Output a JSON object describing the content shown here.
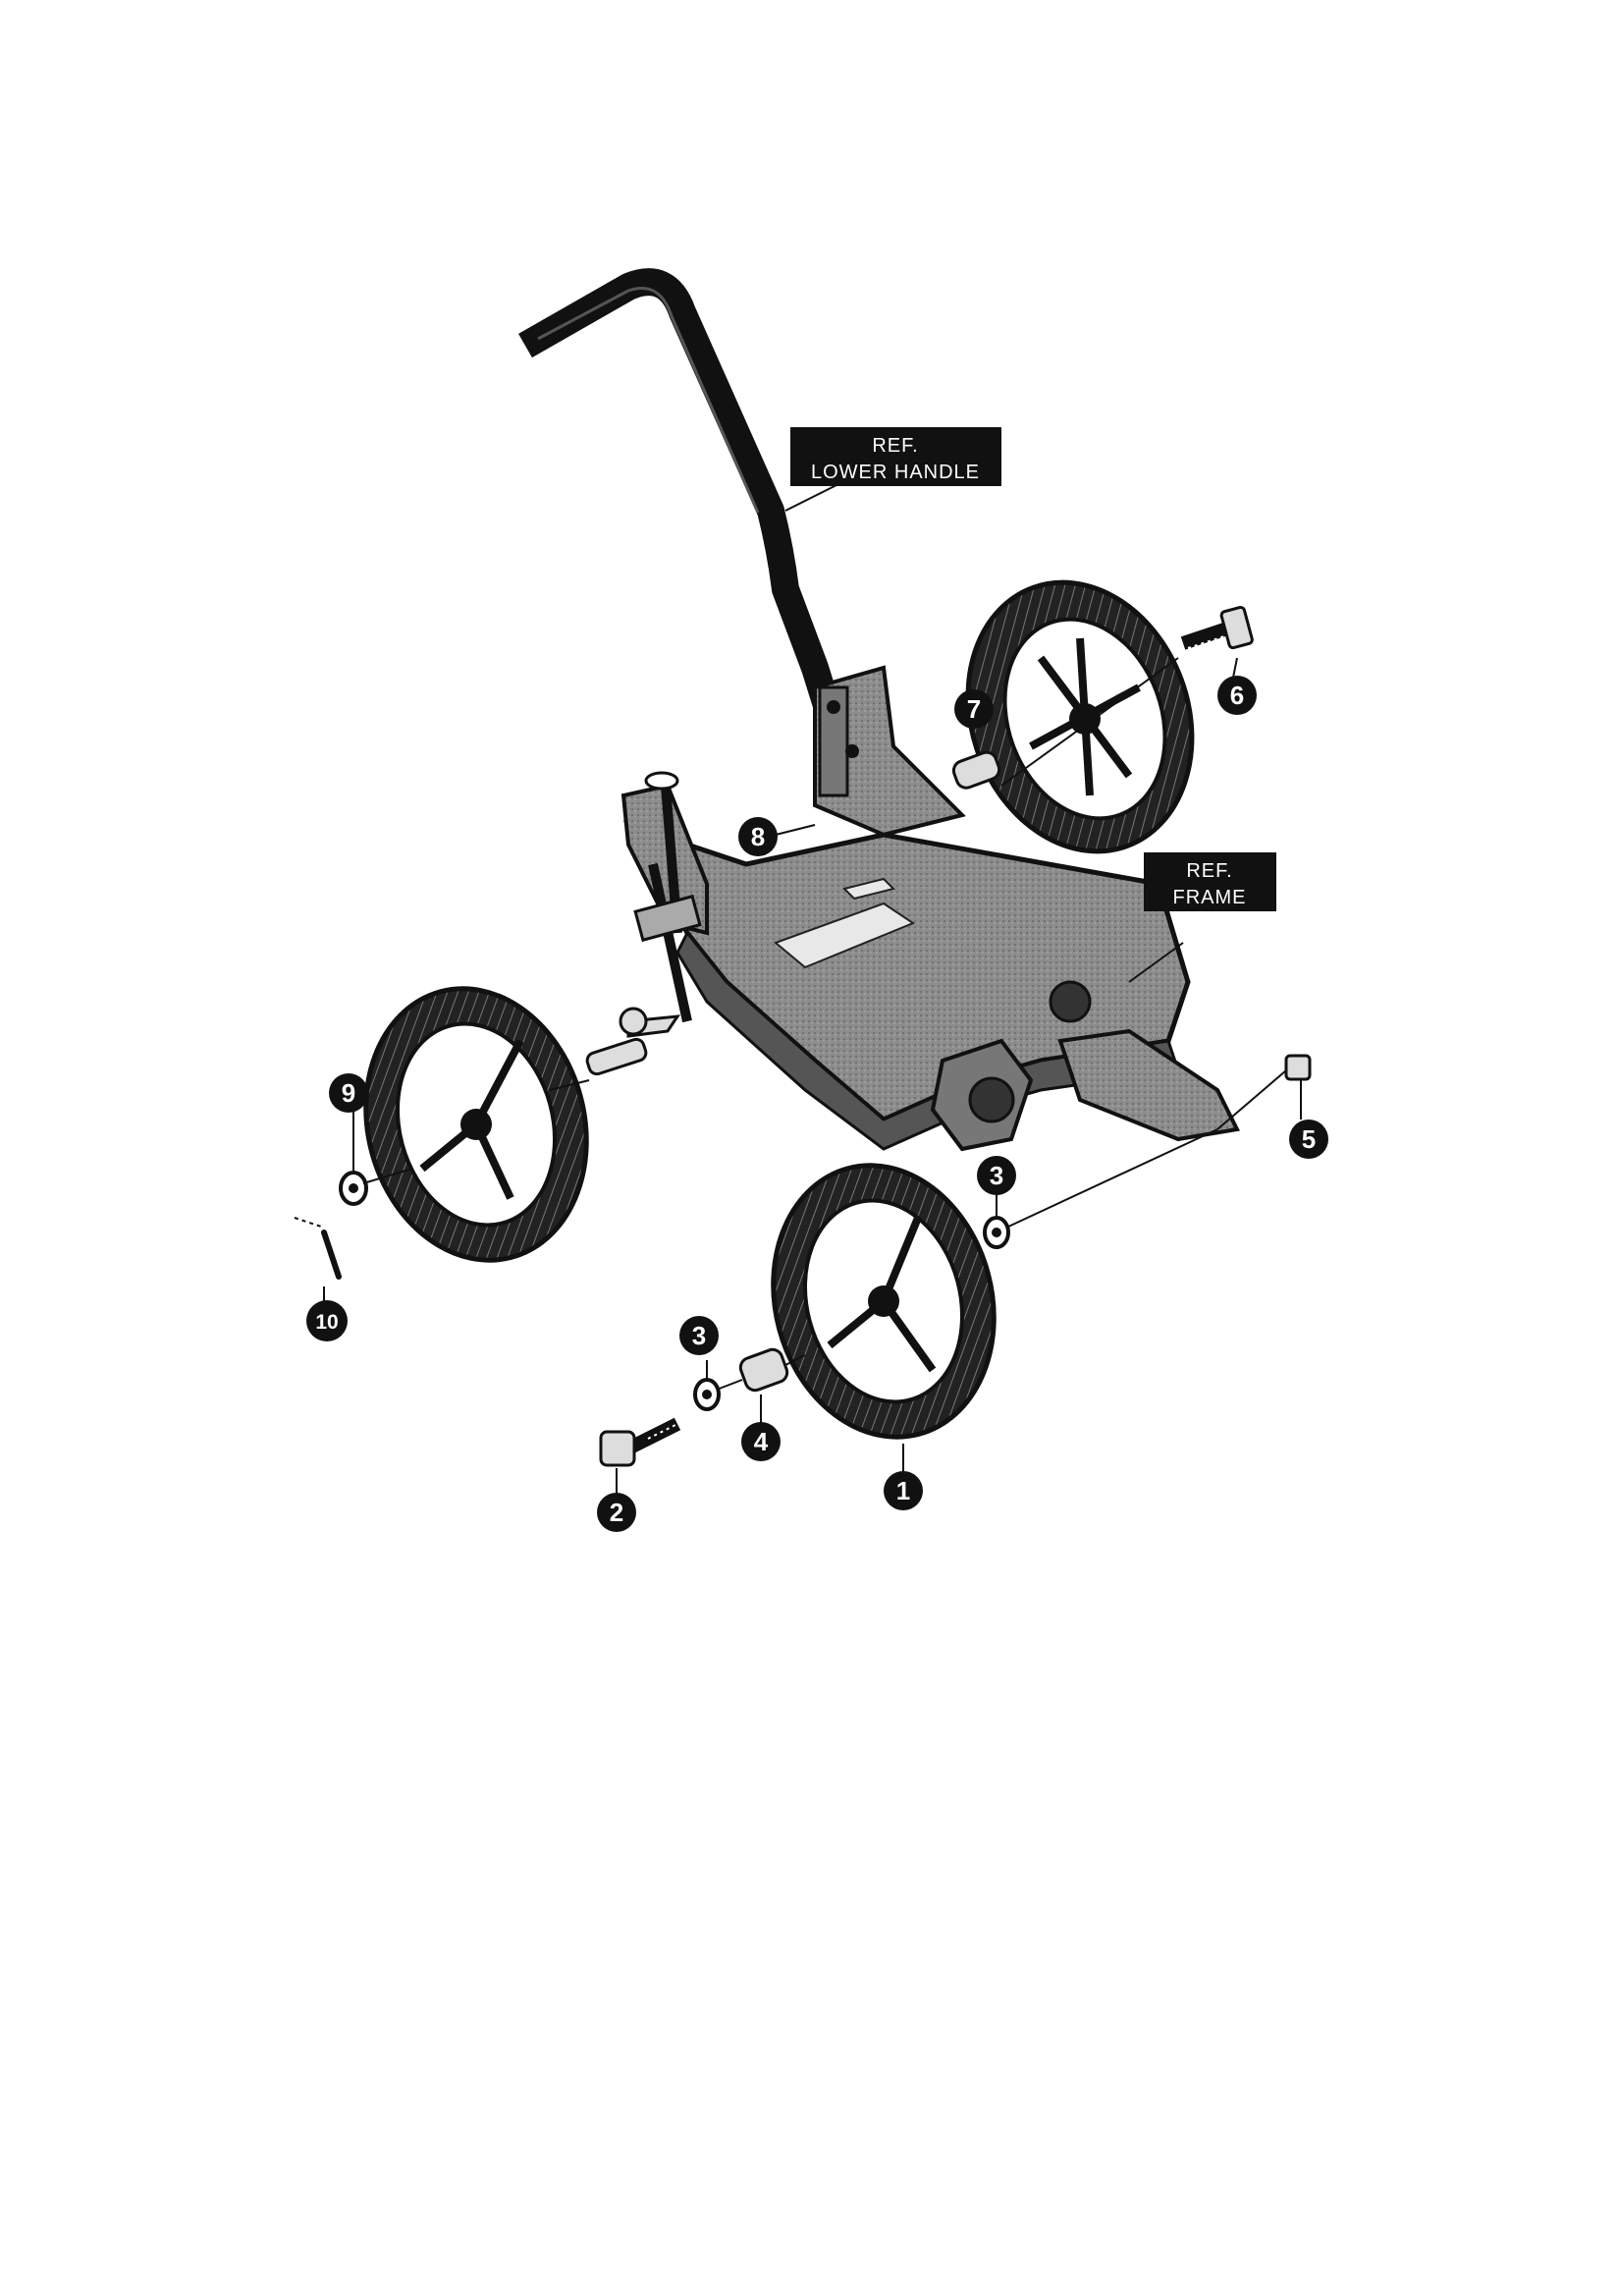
{
  "ref_labels": {
    "lower_handle": {
      "line1": "REF.",
      "line2": "LOWER HANDLE"
    },
    "frame": {
      "line1": "REF.",
      "line2": "FRAME"
    }
  },
  "callouts": {
    "c1": "1",
    "c2": "2",
    "c3a": "3",
    "c3b": "3",
    "c4": "4",
    "c5": "5",
    "c6": "6",
    "c7": "7",
    "c8": "8",
    "c9": "9",
    "c10": "10"
  },
  "colors": {
    "ink": "#111111",
    "frame_fill": "#9a9a9a",
    "label_bg": "#111111",
    "paper": "#ffffff"
  }
}
